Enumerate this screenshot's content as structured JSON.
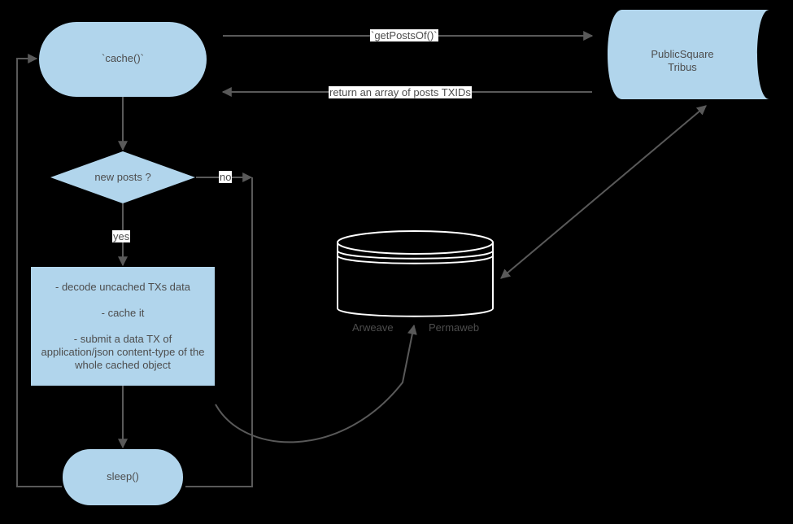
{
  "diagram": {
    "title": "cache loop flowchart",
    "background_color": "#000000",
    "node_fill": "#b1d5ec",
    "node_stroke": "#6b6b6b",
    "line_color": "#595959",
    "text_color": "#4d4d4d",
    "label_bg": "#ffffff"
  },
  "nodes": {
    "cache": {
      "label": "`cache()`",
      "shape": "stadium"
    },
    "decision": {
      "label": "new posts ?",
      "shape": "diamond"
    },
    "process": {
      "shape": "rect",
      "lines": [
        "- decode uncached TXs data",
        "- cache it",
        "- submit a data TX of\napplication/json content-type of the\nwhole cached object"
      ]
    },
    "sleep": {
      "label": "sleep()",
      "shape": "stadium"
    },
    "publicsquare": {
      "label": "PublicSquare\nTribus",
      "shape": "horizontal-cylinder"
    },
    "arweave": {
      "label_left": "Arweave",
      "label_right": "Permaweb",
      "shape": "cylinder"
    }
  },
  "edges": {
    "get_posts": "`getPostsOf()`",
    "return_posts": "return an array of posts TXIDs",
    "decision_no": "no",
    "decision_yes": "yes"
  }
}
